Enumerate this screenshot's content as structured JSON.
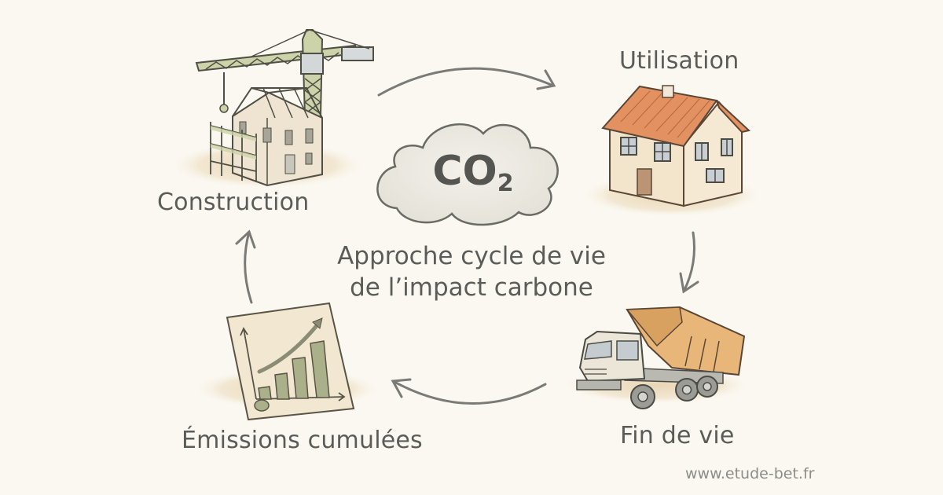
{
  "diagram": {
    "type": "cycle",
    "center": {
      "badge": "CO",
      "badge_subscript": "2",
      "title_line1": "Approche cycle de vie",
      "title_line2": "de l’impact carbone"
    },
    "stages": [
      {
        "id": "construction",
        "label": "Construction",
        "icon": "crane-building-icon"
      },
      {
        "id": "utilisation",
        "label": "Utilisation",
        "icon": "house-icon"
      },
      {
        "id": "fin-de-vie",
        "label": "Fin de vie",
        "icon": "dump-truck-icon"
      },
      {
        "id": "emissions",
        "label": "Émissions cumulées",
        "icon": "growth-chart-icon"
      }
    ],
    "arrows": [
      {
        "from": "construction",
        "to": "utilisation",
        "direction": "clockwise"
      },
      {
        "from": "utilisation",
        "to": "fin-de-vie",
        "direction": "clockwise"
      },
      {
        "from": "fin-de-vie",
        "to": "emissions",
        "direction": "clockwise"
      },
      {
        "from": "emissions",
        "to": "construction",
        "direction": "clockwise"
      }
    ]
  },
  "footer": {
    "url": "www.etude-bet.fr"
  },
  "colors": {
    "background": "#fbf8f1",
    "text": "#5b5b58",
    "crane_green": "#c9d0a4",
    "roof_orange": "#e0925e",
    "truck_bed": "#e8b577",
    "chart_green": "#a9b08a",
    "arrow": "#7a7a77"
  }
}
